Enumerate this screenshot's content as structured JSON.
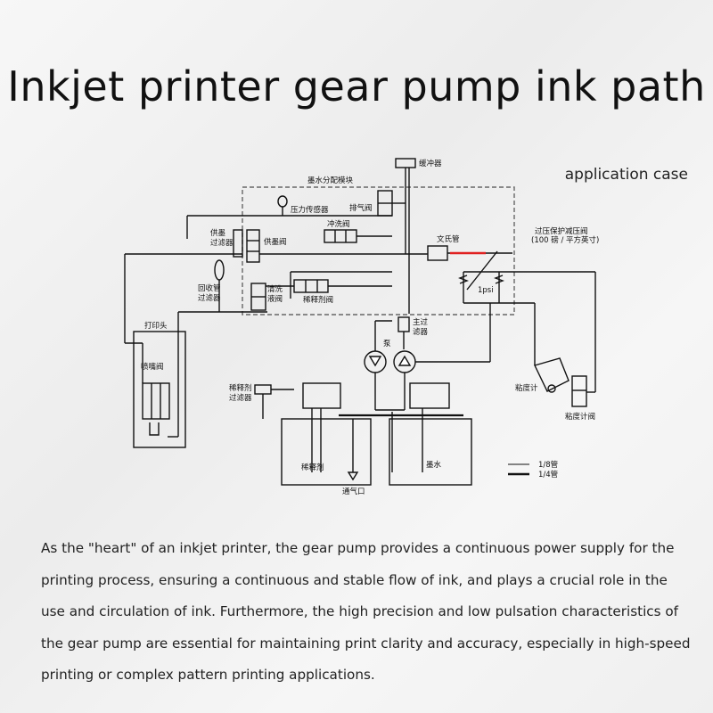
{
  "header": {
    "title": "Inkjet printer gear pump ink path",
    "subtitle": "application case"
  },
  "diagram": {
    "labels": {
      "buffer": "缓冲器",
      "ink_module": "墨水分配模块",
      "vent_valve": "排气阀",
      "pressure_sensor": "压力传感器",
      "flush_valve": "冲洗阀",
      "venturi": "文氏管",
      "overpressure": "过压保护减压阀",
      "overpressure_sub": "(100 磅 / 平方英寸)",
      "ink_filter": "供墨\n过滤器",
      "ink_supply_valve": "供墨阀",
      "recovery_filter": "回收管\n过滤器",
      "clean_recovery_valve": "清洗\n液阀",
      "diluent_valve": "稀释剂阀",
      "main_filter": "主过\n滤器",
      "pump": "泵",
      "psi": "1psi",
      "printhead": "打印头",
      "nozzle_valve": "喷嘴阀",
      "diluent_filter": "稀释剂\n过滤器",
      "viscometer": "粘度计",
      "viscometer_valve": "粘度计阀",
      "diluent": "稀释剂",
      "ink": "墨水",
      "vent": "通气口",
      "pipe_small": "1/8管",
      "pipe_large": "1/4管"
    }
  },
  "body": {
    "description": "As the \"heart\" of an inkjet printer, the gear pump provides a continuous power supply for the printing process, ensuring a continuous and stable flow of ink, and plays a crucial role in the use and circulation of ink. Furthermore, the high precision and low pulsation characteristics of the gear pump are essential for maintaining print clarity and accuracy, especially in high-speed printing or complex pattern printing applications."
  },
  "colors": {
    "line": "#111111",
    "highlight": "#e02020",
    "dashed_box": "#666666"
  }
}
